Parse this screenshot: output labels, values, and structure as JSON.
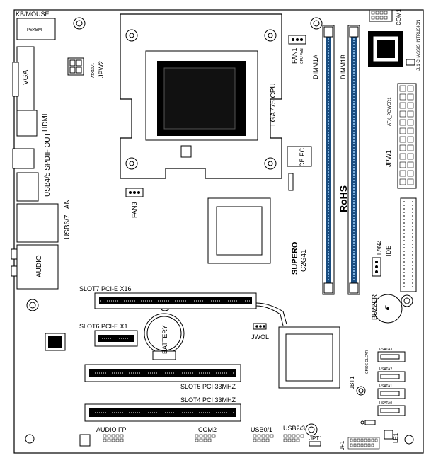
{
  "board": {
    "brand": "SUPERO",
    "model": "C2G41",
    "compliance": [
      "CE",
      "FC",
      "RoHS"
    ]
  },
  "labels": {
    "kb_mouse": "KB/MOUSE",
    "ps2_kbm": "PSKBM",
    "vga": "VGA",
    "hdmi": "HDMI",
    "usb45_spdif": "USB4/5 SPDIF OUT",
    "usb67_lan": "USB6/7 LAN",
    "audio": "AUDIO",
    "atx12v": "ATX12V1",
    "jpw2": "JPW2",
    "cpu": "LGA775 CPU",
    "fan1": "FAN1",
    "cpu_fan": "CPU FAN",
    "fan3": "FAN3",
    "fan2": "FAN2",
    "dimm1a": "DIMM1A",
    "dimm1b": "DIMM1B",
    "com1": "COM1",
    "chassis_intrusion": "JL1 CHASSIS INTRUSION",
    "atx_power": "ATX_POWER1",
    "jpw1": "JPW1",
    "ide": "IDE",
    "slot7": "SLOT7 PCI-E X16",
    "slot6": "SLOT6 PCI-E X1",
    "battery": "BATTERY",
    "jwol": "JWOL",
    "slot5": "SLOT5 PCI 33MHZ",
    "slot4": "SLOT4 PCI 33MHZ",
    "buzzer": "BUZZER",
    "jbt1": "JBT1",
    "cmos_clear": "CMOS CLEAR",
    "isata3": "I-SATA3",
    "isata2": "I-SATA2",
    "isata1": "I-SATA1",
    "isata0": "I-SATA0",
    "audio_fp": "AUDIO FP",
    "com2": "COM2",
    "usb01": "USB0/1",
    "usb23": "USB2/3",
    "jpt1": "JPT1",
    "jf1": "JF1",
    "le1": "LE1"
  },
  "colors": {
    "outline": "#000000",
    "dimm_slot": "#1a4d80",
    "dimm_slot_light": "#7fb2e0",
    "chip_fill": "#000000"
  }
}
